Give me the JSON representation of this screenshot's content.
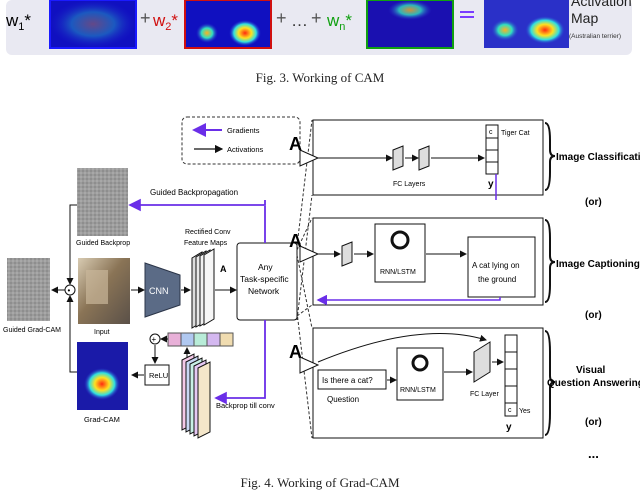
{
  "fig3": {
    "weights": [
      "w",
      "w",
      "w"
    ],
    "subscripts": [
      "1",
      "2",
      "n"
    ],
    "mul": "*",
    "plus": "+",
    "ellipsis": "…",
    "equals": "=",
    "map_title": [
      "Activation",
      "Map"
    ],
    "map_class": "(Australian terrier)",
    "caption": "Fig. 3.   Working of CAM",
    "colors": {
      "band": "#e9e9f2",
      "w1": "#1a1aff",
      "w2": "#d01010",
      "wn": "#10a010",
      "arrow": "#7a3cff"
    }
  },
  "fig4": {
    "caption": "Fig. 4.   Working of Grad-CAM",
    "legend": {
      "gradients": "Gradients",
      "activations": "Activations"
    },
    "left": {
      "guided_backprop_flow": "Guided Backpropagation",
      "guided_backprop": "Guided Backprop",
      "guided_gradcam": "Guided Grad-CAM",
      "input": "Input",
      "gradcam": "Grad-CAM",
      "cnn": "CNN",
      "rectified_conv": [
        "Rectified Conv",
        "Feature Maps"
      ],
      "a_label": "A",
      "relu": "ReLU",
      "backprop_conv": "Backprop till conv",
      "plus_symbol": "+",
      "dot_symbol": "•"
    },
    "network": [
      "Any",
      "Task-specific",
      "Network"
    ],
    "tasks": {
      "classification": {
        "a_label": "A",
        "fc_layers": "FC Layers",
        "output_c": "c",
        "output_y": "y",
        "class_label": "Tiger Cat",
        "title": "Image Classification"
      },
      "captioning": {
        "a_label": "A",
        "rnn": "RNN/LSTM",
        "caption_text": [
          "A cat lying on",
          "the ground"
        ],
        "title": "Image Captioning"
      },
      "vqa": {
        "a_label": "A",
        "question_text": "Is there a cat?",
        "question_label": "Question",
        "rnn": "RNN/LSTM",
        "fc_layer": "FC Layer",
        "output_c": "c",
        "output_y": "y",
        "answer": "Yes",
        "title": [
          "Visual",
          "Question Answering"
        ]
      }
    },
    "or_labels": [
      "(or)",
      "(or)",
      "(or)"
    ],
    "ellipsis": "...",
    "colors": {
      "gradient": "#6a2ee8",
      "activation": "#111111",
      "jet_low": "#1a1aa8",
      "jet_high": "#e83020",
      "cnn": "#5b6b86"
    }
  }
}
